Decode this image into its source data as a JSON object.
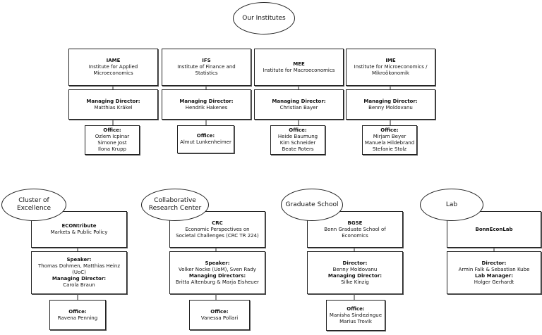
{
  "root": {
    "label": "Our Institutes"
  },
  "institutes": [
    {
      "abbr": "IAME",
      "name": "Institute for Applied Microeconomics",
      "director_title": "Managing Director:",
      "director": "Matthias Kräkel",
      "office_title": "Office:",
      "office": [
        "Ozlem Icpinar",
        "Simone Jost",
        "Ilona Krupp"
      ]
    },
    {
      "abbr": "IFS",
      "name": "Institute of Finance and Statistics",
      "director_title": "Managing Director:",
      "director": "Hendrik Hakenes",
      "office_title": "Office:",
      "office": [
        "Almut Lunkenheimer"
      ]
    },
    {
      "abbr": "MEE",
      "name": "Institute for Macroeconomics",
      "director_title": "Managing Director:",
      "director": "Christian Bayer",
      "office_title": "Office:",
      "office": [
        "Heide Baumung",
        "Kim Schneider",
        "Beate Roters"
      ]
    },
    {
      "abbr": "IME",
      "name": "Institute for Microeconomics / Mikroökonomik",
      "director_title": "Managing Director:",
      "director": "Benny Moldovanu",
      "office_title": "Office:",
      "office": [
        "Mirjam Beyer",
        "Manuela Hildebrand",
        "Stefanie Stolz"
      ]
    }
  ],
  "groups": [
    {
      "label": "Cluster of Excellence",
      "abbr": "ECONtribute",
      "name": "Markets & Public Policy",
      "people": [
        {
          "title": "Speaker:",
          "names": "Thomas Dohmen, Matthias Heinz (UoC)"
        },
        {
          "title": "Managing Director:",
          "names": "Carola Braun"
        }
      ],
      "office_title": "Office:",
      "office": [
        "Ravena Penning"
      ]
    },
    {
      "label": "Collaborative Research Center",
      "abbr": "CRC",
      "name": "Economic Perspectives on Societal Challenges (CRC TR 224)",
      "people": [
        {
          "title": "Speaker:",
          "names": "Volker Nocke (UoM), Sven Rady"
        },
        {
          "title": "Managing Directors:",
          "names": "Britta Altenburg & Marja Eisheuer"
        }
      ],
      "office_title": "Office:",
      "office": [
        "Vanessa Pollari"
      ]
    },
    {
      "label": "Graduate School",
      "abbr": "BGSE",
      "name": "Bonn Graduate School of Economics",
      "people": [
        {
          "title": "Director:",
          "names": "Benny Moldovanu"
        },
        {
          "title": "Managing Director:",
          "names": "Silke Kinzig"
        }
      ],
      "office_title": "Office:",
      "office": [
        "Manisha Sindezingue",
        "Marius Trovik"
      ]
    },
    {
      "label": "Lab",
      "abbr": "BonnEconLab",
      "name": "",
      "people": [
        {
          "title": "Director:",
          "names": "Armin Falk & Sebastian Kube"
        },
        {
          "title": "Lab Manager:",
          "names": "Holger Gerhardt"
        }
      ],
      "office_title": "",
      "office": []
    }
  ]
}
